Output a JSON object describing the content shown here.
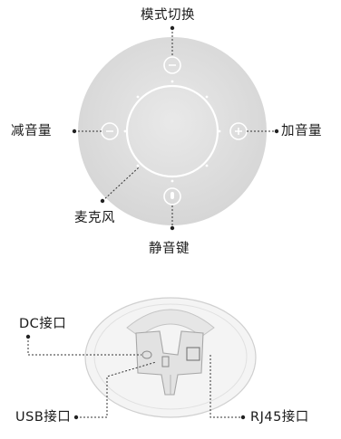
{
  "top_view": {
    "labels": {
      "mode_switch": "模式切换",
      "volume_down": "减音量",
      "volume_up": "加音量",
      "microphone": "麦克风",
      "mute": "静音键"
    }
  },
  "bottom_view": {
    "labels": {
      "dc_port": "DC接口",
      "usb_port": "USB接口",
      "rj45_port": "RJ45接口"
    }
  }
}
